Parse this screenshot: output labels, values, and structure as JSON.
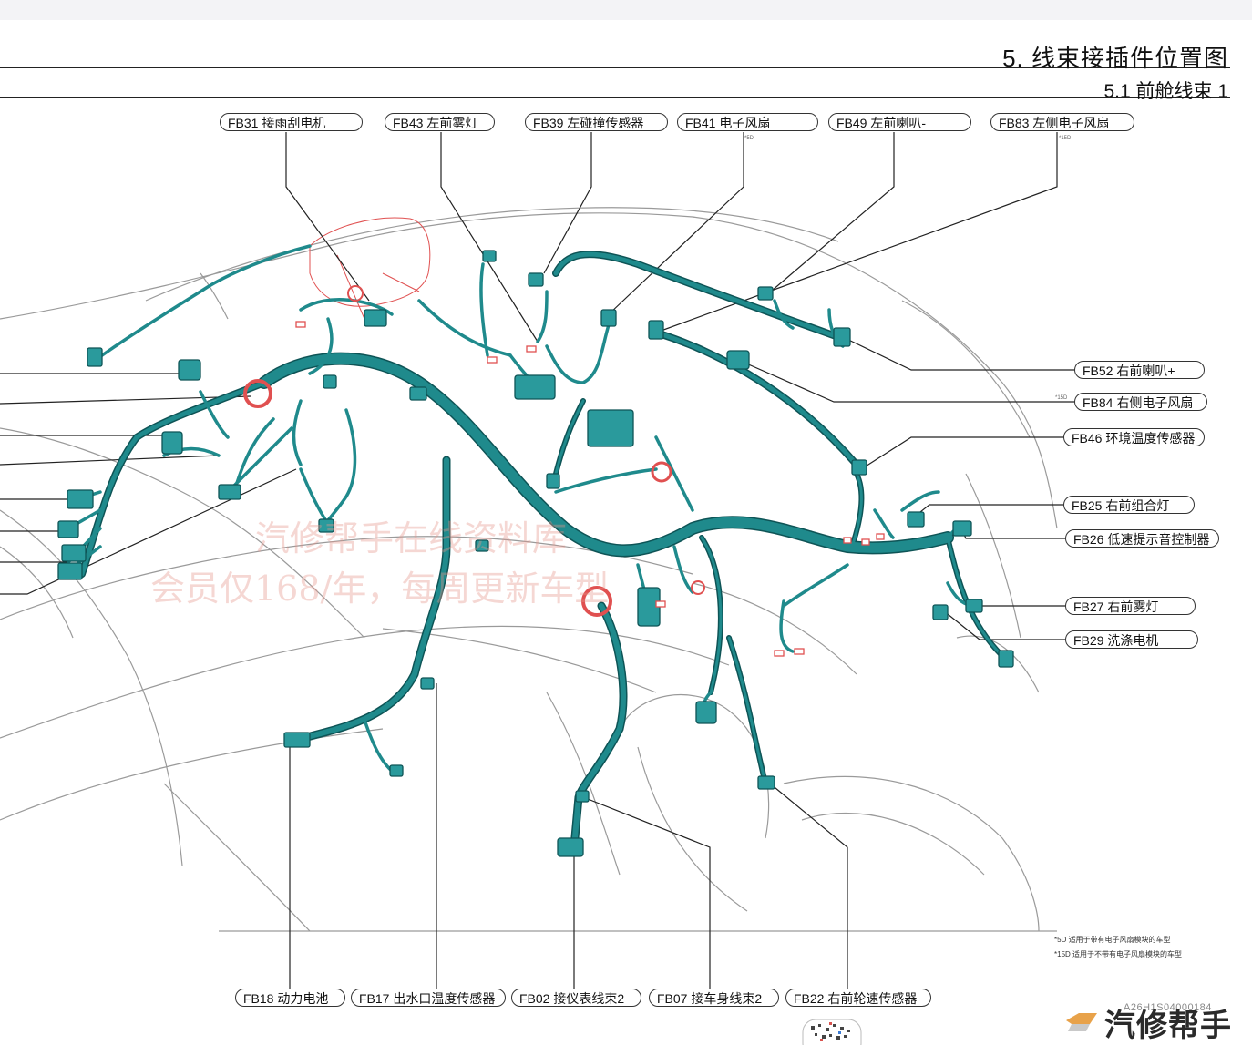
{
  "header": {
    "title": "5. 线束接插件位置图",
    "subtitle": "5.1 前舱线束 1"
  },
  "callouts_top": [
    {
      "id": "FB31",
      "text": "FB31  接雨刮电机"
    },
    {
      "id": "FB43",
      "text": "FB43  左前雾灯"
    },
    {
      "id": "FB39",
      "text": "FB39  左碰撞传感器"
    },
    {
      "id": "FB41",
      "text": "FB41  电子风扇"
    },
    {
      "id": "FB49",
      "text": "FB49  左前喇叭-"
    },
    {
      "id": "FB83",
      "text": "FB83  左侧电子风扇"
    }
  ],
  "callouts_right": [
    {
      "id": "FB52",
      "text": "FB52  右前喇叭+"
    },
    {
      "id": "FB84",
      "text": "FB84  右侧电子风扇"
    },
    {
      "id": "FB46",
      "text": "FB46  环境温度传感器"
    },
    {
      "id": "FB25",
      "text": "FB25  右前组合灯"
    },
    {
      "id": "FB26",
      "text": "FB26  低速提示音控制器"
    },
    {
      "id": "FB27",
      "text": "FB27  右前雾灯"
    },
    {
      "id": "FB29",
      "text": "FB29  洗涤电机"
    }
  ],
  "callouts_bottom": [
    {
      "id": "FB18",
      "text": "FB18  动力电池"
    },
    {
      "id": "FB17",
      "text": "FB17 出水口温度传感器"
    },
    {
      "id": "FB02",
      "text": "FB02  接仪表线束2"
    },
    {
      "id": "FB07",
      "text": "FB07  接车身线束2"
    },
    {
      "id": "FB22",
      "text": "FB22  右前轮速传感器"
    }
  ],
  "small_refs": {
    "fb41": "*5D",
    "fb83": "*15D",
    "fb84": "*15D"
  },
  "notes": [
    "*5D  适用于带有电子风扇模块的车型",
    "*15D  适用于不带有电子风扇模块的车型"
  ],
  "watermark": {
    "line1": "汽修帮手在线资料库",
    "line2": "会员仅168/年，每周更新车型"
  },
  "doc_id": "A26H1S04000184",
  "logo_text": "汽修帮手",
  "colors": {
    "harness": "#1f8a8c",
    "harness_dark": "#0e5456",
    "outline": "#9a9a9a",
    "red_mark": "#e05050",
    "watermark": "#e6968c"
  }
}
